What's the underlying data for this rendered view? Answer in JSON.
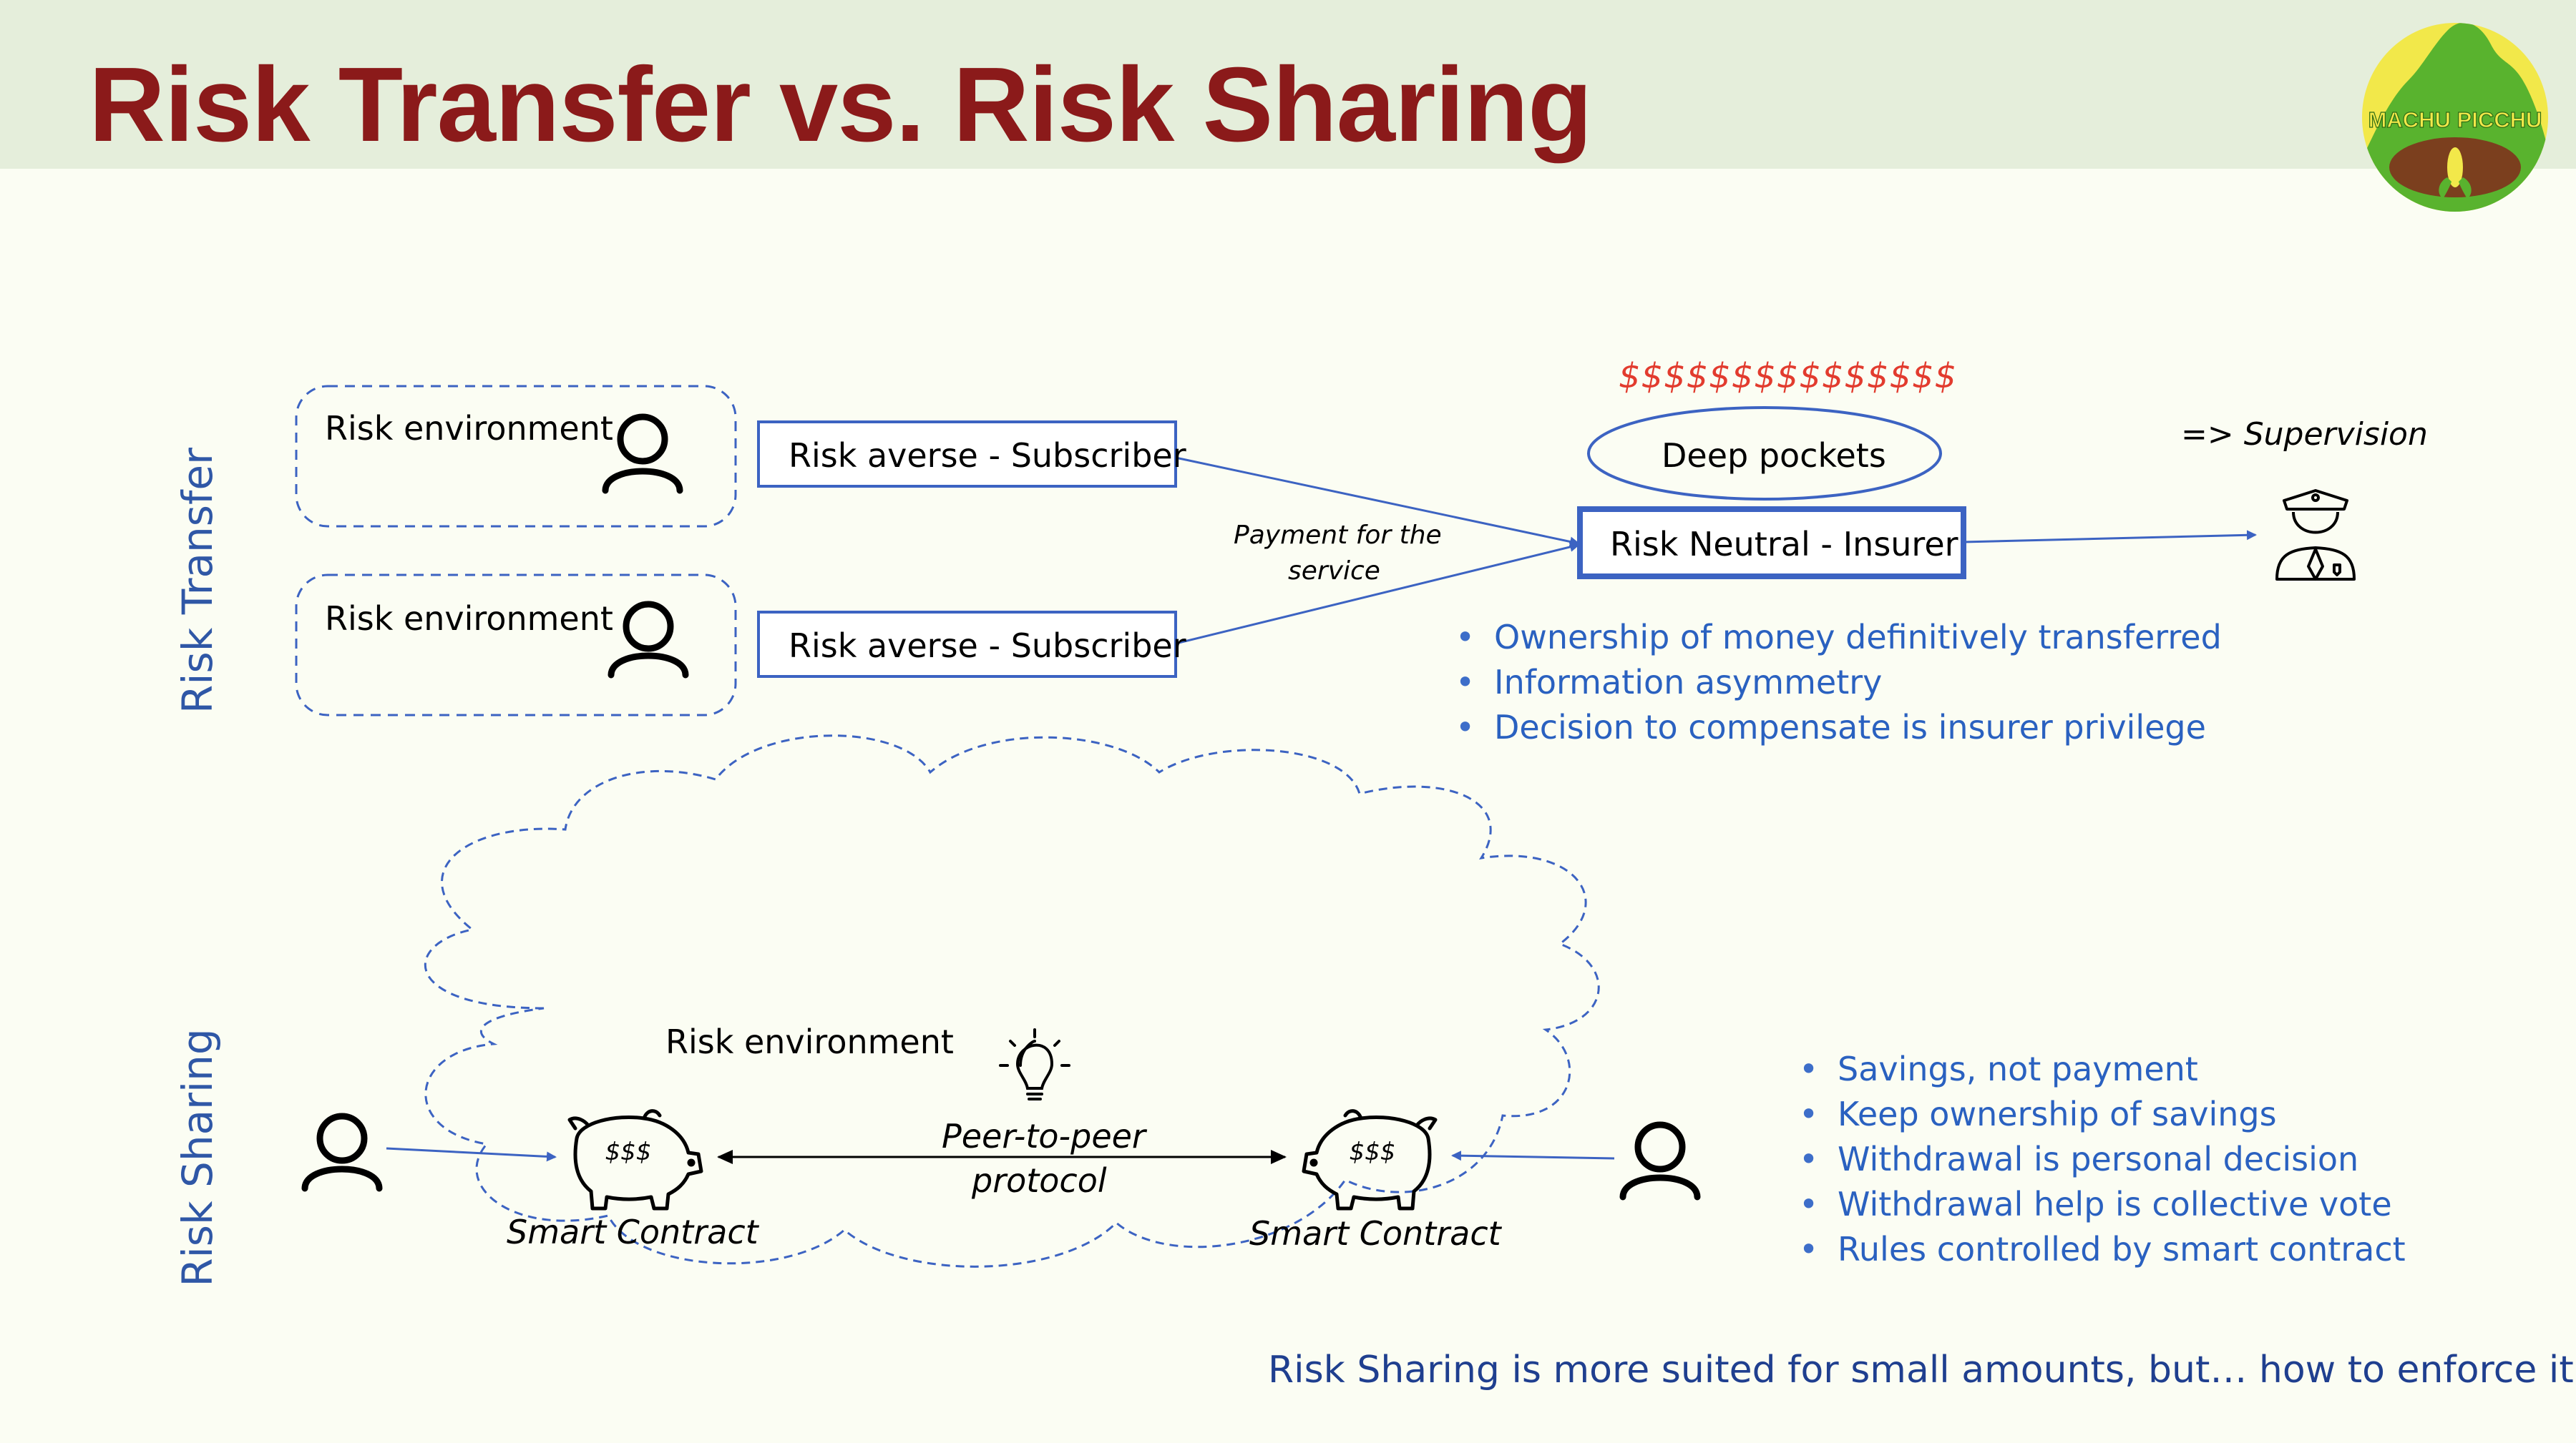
{
  "title": "Risk Transfer vs. Risk Sharing",
  "logo": {
    "text": "MACHU PICCHU",
    "colors": {
      "sky": "#f2e84a",
      "mountain": "#59b32e",
      "soil": "#7b3f1e"
    }
  },
  "colors": {
    "title": "#8b1a1a",
    "header_band": "#e5eedb",
    "background": "#fbfdf3",
    "accent_blue": "#3c63c2",
    "bullet_text": "#2a61c0",
    "dollar_red": "#e23b2e"
  },
  "risk_transfer": {
    "side_label": "Risk Transfer",
    "environment_label_1": "Risk environment",
    "environment_label_2": "Risk environment",
    "subscriber_1": "Risk averse - Subscriber",
    "subscriber_2": "Risk averse - Subscriber",
    "payment_label_line1": "Payment for the",
    "payment_label_line2": "service",
    "dollars": "$$$$$$$$$$$$$$$",
    "deep_pockets": "Deep pockets",
    "insurer": "Risk Neutral - Insurer",
    "supervision": "=> Supervision",
    "bullets": [
      "Ownership of money definitively transferred",
      "Information asymmetry",
      "Decision to compensate is insurer privilege"
    ]
  },
  "risk_sharing": {
    "side_label": "Risk Sharing",
    "environment_label": "Risk environment",
    "protocol_line1": "Peer-to-peer",
    "protocol_line2": "protocol",
    "smart_contract_left": "Smart Contract",
    "smart_contract_right": "Smart Contract",
    "piggy_text_left": "$$$",
    "piggy_text_right": "$$$",
    "bullets": [
      "Savings, not payment",
      "Keep ownership of savings",
      "Withdrawal is personal decision",
      "Withdrawal help is collective vote",
      "Rules controlled by smart contract"
    ]
  },
  "footer_note": "Risk Sharing is more suited for small amounts, but… how to enforce it?"
}
